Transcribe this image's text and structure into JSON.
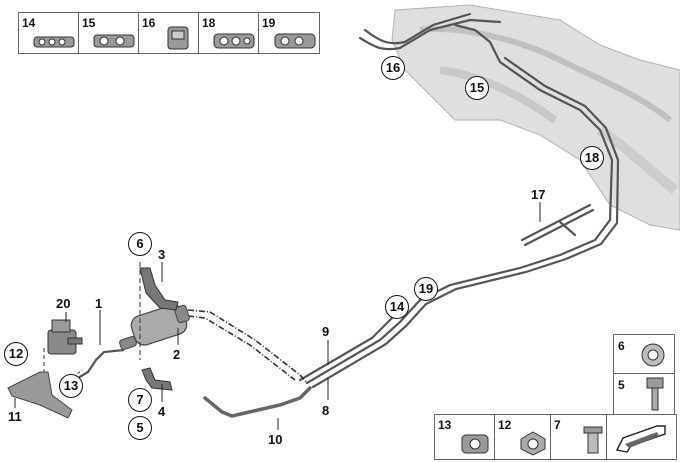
{
  "callouts": {
    "c1": "1",
    "c2": "2",
    "c3": "3",
    "c4": "4",
    "c5_circle": "5",
    "c6_circle": "6",
    "c7_circle": "7",
    "c8": "8",
    "c9": "9",
    "c10": "10",
    "c11": "11",
    "c12_circle": "12",
    "c13_circle": "13",
    "c14_circle": "14",
    "c15_circle": "15",
    "c16_circle": "16",
    "c17": "17",
    "c18_circle": "18",
    "c19_circle": "19",
    "c20": "20"
  },
  "top_strip": {
    "cells": [
      {
        "num": "14",
        "icon": "clip-pipe-holder-14"
      },
      {
        "num": "15",
        "icon": "clip-pipe-holder-15"
      },
      {
        "num": "16",
        "icon": "clip-pipe-holder-16"
      },
      {
        "num": "18",
        "icon": "clip-pipe-holder-18"
      },
      {
        "num": "19",
        "icon": "clip-pipe-holder-19"
      }
    ]
  },
  "right_boxes": {
    "box6": "6",
    "box5": "5"
  },
  "bottom_strip": {
    "cells": [
      {
        "num": "13",
        "icon": "clip-13"
      },
      {
        "num": "12",
        "icon": "nut-12"
      },
      {
        "num": "7",
        "icon": "rivet-nut-7"
      }
    ]
  },
  "colors": {
    "tank_fill": "#dcdcdc",
    "line_stroke": "#555555"
  }
}
